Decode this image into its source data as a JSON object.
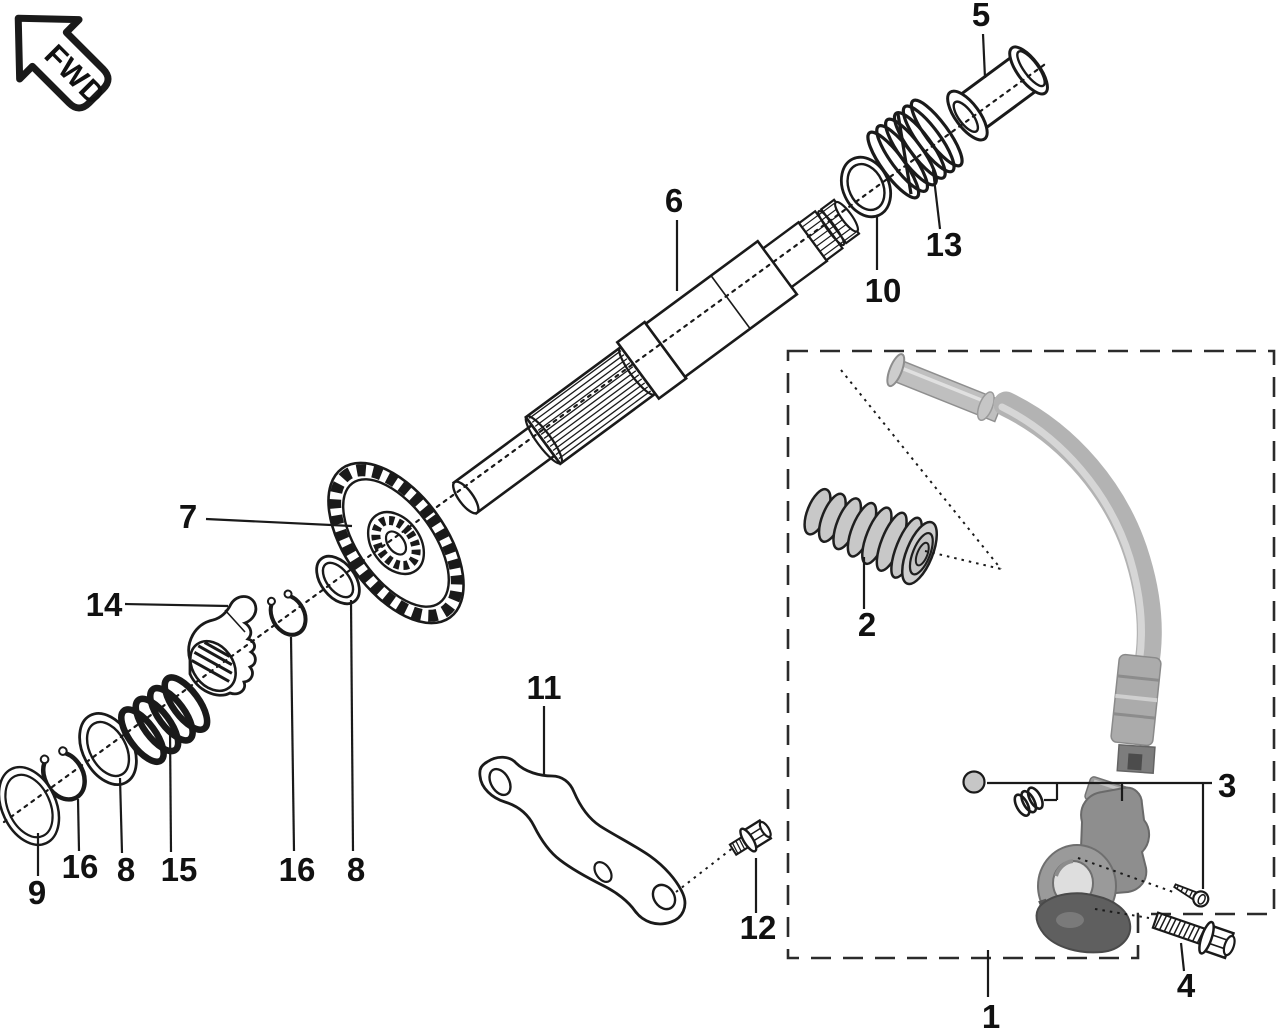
{
  "diagram": {
    "badge": {
      "label": "FWD"
    },
    "callouts": {
      "c1": "1",
      "c2": "2",
      "c3": "3",
      "c4": "4",
      "c5": "5",
      "c6": "6",
      "c7": "7",
      "c8_upper": "8",
      "c8_lower": "8",
      "c9": "9",
      "c10": "10",
      "c11": "11",
      "c12": "12",
      "c13": "13",
      "c14": "14",
      "c15": "15",
      "c16_upper": "16",
      "c16_lower": "16"
    },
    "colors": {
      "ink": "#1a1a1a",
      "background": "#ffffff",
      "metal_light": "#bfbfbf",
      "metal_mid": "#9a9a9a",
      "metal_dark": "#5f5f5f",
      "rubber_gray": "#c8c8c8"
    }
  }
}
